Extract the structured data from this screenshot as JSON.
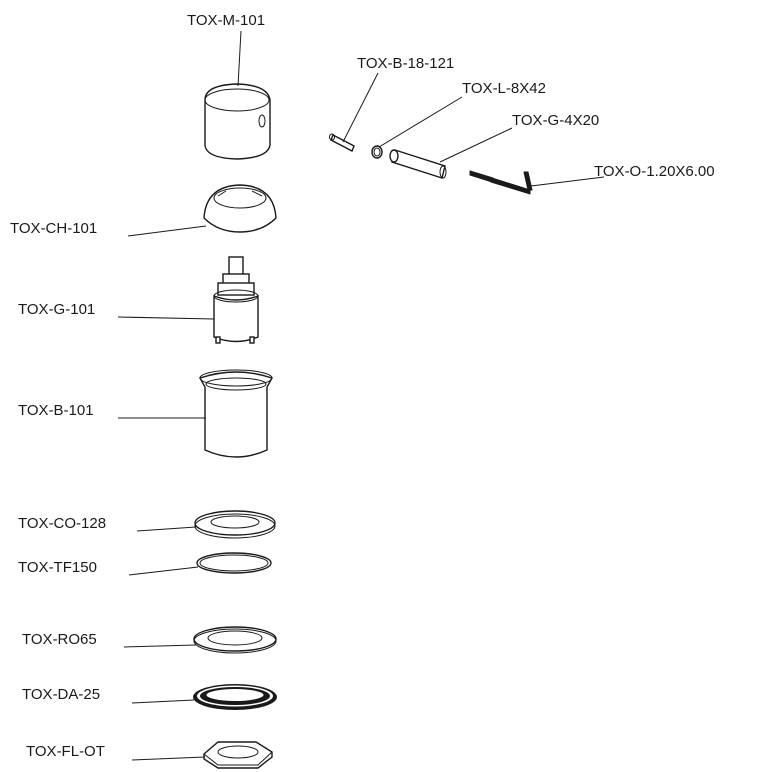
{
  "parts": {
    "m101": "TOX-M-101",
    "b18": "TOX-B-18-121",
    "l8": "TOX-L-8X42",
    "g4": "TOX-G-4X20",
    "o120": "TOX-O-1.20X6.00",
    "ch101": "TOX-CH-101",
    "g101": "TOX-G-101",
    "b101": "TOX-B-101",
    "co128": "TOX-CO-128",
    "tf150": "TOX-TF150",
    "ro65": "TOX-RO65",
    "da25": "TOX-DA-25",
    "flot": "TOX-FL-OT"
  }
}
